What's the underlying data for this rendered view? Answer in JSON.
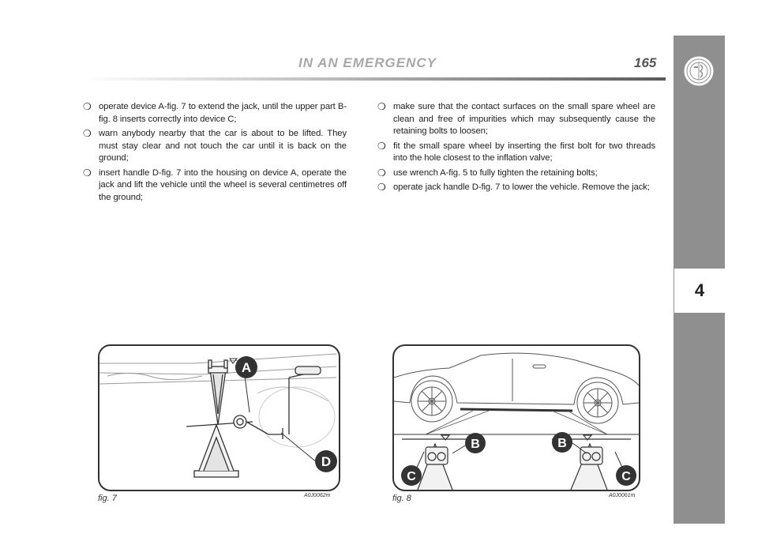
{
  "header": {
    "title": "IN AN EMERGENCY",
    "page_number": "165"
  },
  "sidebar": {
    "chapter_number": "4",
    "logo_icon": "alfa-romeo-logo-icon"
  },
  "bullet_symbol": "❍",
  "left_column": [
    "operate device A-fig. 7 to extend the jack, until the upper part B-fig. 8 inserts correctly into device C;",
    "warn anybody nearby that the car is about to be lifted. They must stay clear and not touch the car until it is back on the ground;",
    "insert handle D-fig. 7 into the housing on device A, operate the jack and lift the vehicle until the wheel is several centimetres off the ground;"
  ],
  "right_column": [
    "make sure that the contact surfaces on the small spare wheel are clean and free of impurities which may subsequently cause the retaining bolts to loosen;",
    "fit the small spare wheel by inserting the first bolt for two threads into the hole closest to the inflation valve;",
    "use wrench A-fig. 5 to fully tighten the retaining bolts;",
    "operate jack handle D-fig. 7 to lower the vehicle. Remove the jack;"
  ],
  "figures": {
    "fig7": {
      "caption": "fig. 7",
      "code": "A0J0062m",
      "labels": {
        "a": "A",
        "d": "D"
      }
    },
    "fig8": {
      "caption": "fig. 8",
      "code": "A0J0061m",
      "labels": {
        "b1": "B",
        "b2": "B",
        "c1": "C",
        "c2": "C"
      }
    }
  }
}
